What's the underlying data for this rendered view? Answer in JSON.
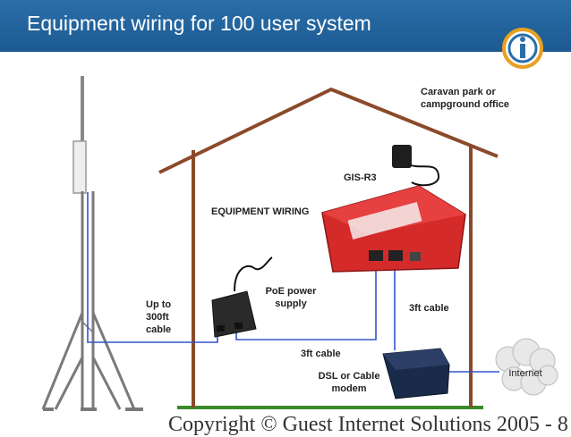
{
  "header": {
    "title": "Equipment wiring for 100 user system"
  },
  "labels": {
    "office": "Caravan park or campground office",
    "router": "GIS-R3",
    "equipment_wiring": "EQUIPMENT WIRING",
    "poe": "PoE power supply",
    "up_to": "Up to 300ft cable",
    "cable_right": "3ft cable",
    "cable_bottom": "3ft cable",
    "modem": "DSL or Cable modem",
    "internet": "Internet"
  },
  "footer": {
    "copyright": "Copyright © Guest Internet Solutions 2005 - 8"
  },
  "colors": {
    "header": "#1d5a92",
    "house": "#8b4a2b",
    "ground": "#3a8a2a",
    "cable": "#3355cc",
    "router": "#d42a2a"
  }
}
